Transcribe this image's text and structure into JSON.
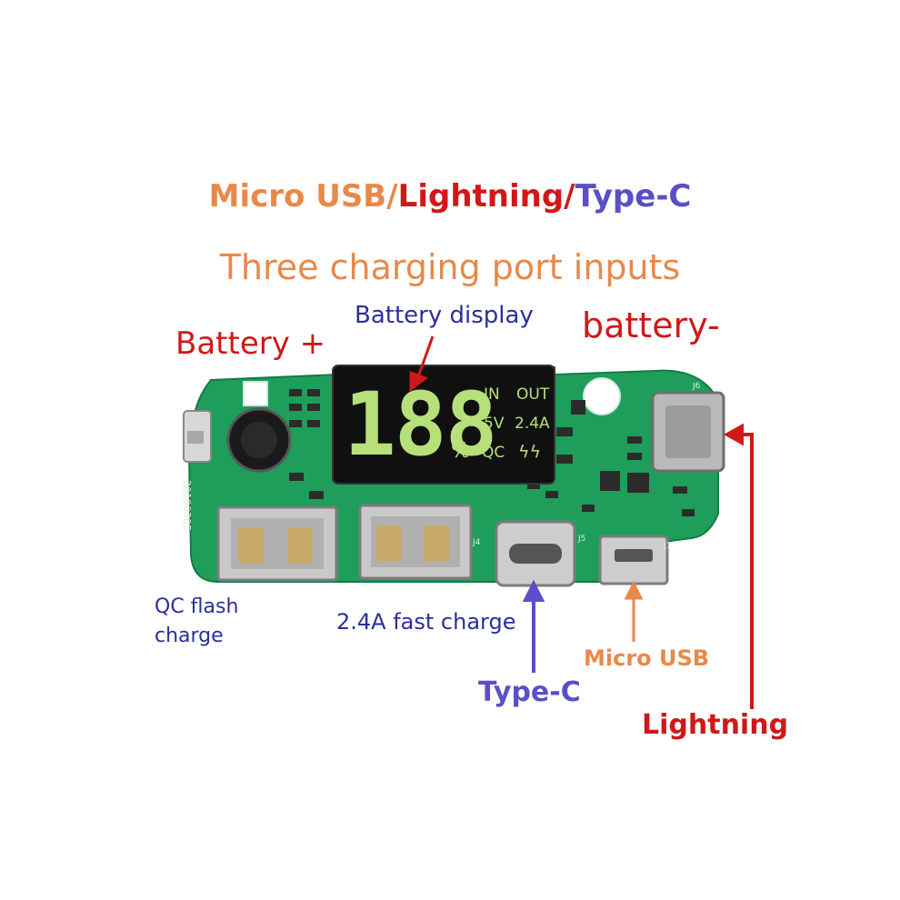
{
  "header": {
    "title_part1": "Micro USB/",
    "title_part2": "Lightning/",
    "title_part3": "Type-C",
    "subtitle": "Three charging port inputs"
  },
  "labels": {
    "battery_plus": "Battery +",
    "battery_display": "Battery display",
    "battery_minus": "battery-",
    "qc_flash_1": "QC flash",
    "qc_flash_2": "charge",
    "fast_charge": "2.4A fast charge",
    "type_c": "Type-C",
    "micro_usb": "Micro USB",
    "lightning": "Lightning"
  },
  "display": {
    "digits": "188",
    "percent": "%",
    "in": "IN",
    "out": "OUT",
    "volt": "5V",
    "amp": "2.4A",
    "qc": "QC",
    "bolts": "ϟϟ"
  },
  "board_marks": {
    "serial": "20190305",
    "j4": "J4",
    "j5": "J5",
    "j1": "J1",
    "j6": "J6"
  },
  "colors": {
    "orange": "#e8894a",
    "red": "#d01818",
    "blue": "#2b2f9c",
    "purple": "#5a4fc7",
    "pcb": "#1e9e5a",
    "lcd_digit": "#b7e07a"
  }
}
